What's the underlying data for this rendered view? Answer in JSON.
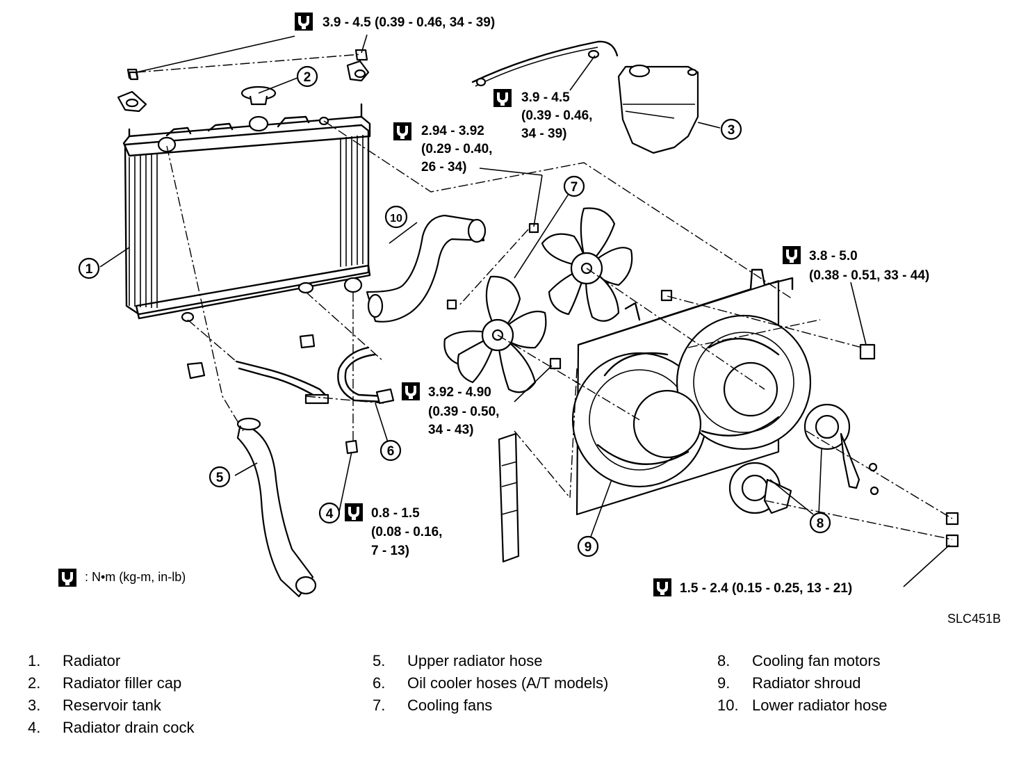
{
  "torque_specs": {
    "cap_nuts": "3.9 - 4.5 (0.39 - 0.46, 34 - 39)",
    "reservoir_l1": "3.9 - 4.5",
    "reservoir_l2": "(0.39 - 0.46,",
    "reservoir_l3": "34 - 39)",
    "fan_l1": "2.94 - 3.92",
    "fan_l2": "(0.29 - 0.40,",
    "fan_l3": "26 - 34)",
    "shroud_bolt_l1": "3.8 - 5.0",
    "shroud_bolt_l2": "(0.38 - 0.51, 33 - 44)",
    "motor_l1": "3.92 - 4.90",
    "motor_l2": "(0.39 - 0.50,",
    "motor_l3": "34 - 43)",
    "drain_l1": "0.8 - 1.5",
    "drain_l2": "(0.08 - 0.16,",
    "drain_l3": "7 - 13)",
    "motor_nuts": "1.5 - 2.4 (0.15 - 0.25, 13 - 21)"
  },
  "unit_legend": ": N•m (kg-m, in-lb)",
  "figure_code": "SLC451B",
  "callouts": [
    "1",
    "2",
    "3",
    "4",
    "5",
    "6",
    "7",
    "8",
    "9",
    "10"
  ],
  "legend": {
    "col1": [
      {
        "num": "1.",
        "text": "Radiator"
      },
      {
        "num": "2.",
        "text": "Radiator filler cap"
      },
      {
        "num": "3.",
        "text": "Reservoir tank"
      },
      {
        "num": "4.",
        "text": "Radiator drain cock"
      }
    ],
    "col2": [
      {
        "num": "5.",
        "text": "Upper radiator hose"
      },
      {
        "num": "6.",
        "text": "Oil cooler hoses (A/T models)"
      },
      {
        "num": "7.",
        "text": "Cooling fans"
      }
    ],
    "col3": [
      {
        "num": "8.",
        "text": "Cooling fan motors"
      },
      {
        "num": "9.",
        "text": "Radiator shroud"
      },
      {
        "num": "10.",
        "text": "Lower radiator hose"
      }
    ]
  }
}
